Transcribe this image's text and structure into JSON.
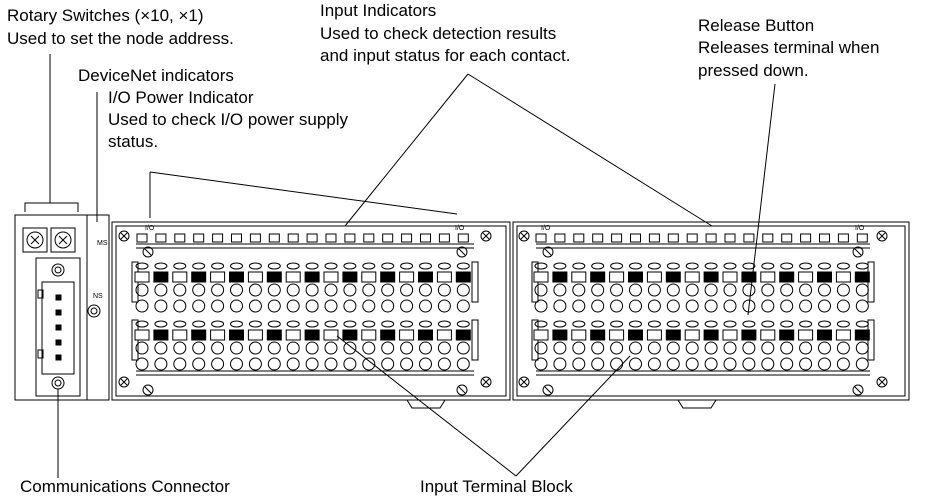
{
  "labels": {
    "rotary_switches": {
      "title": "Rotary Switches (×10, ×1)",
      "desc": "Used to set the node address."
    },
    "input_indicators": {
      "title": "Input Indicators",
      "desc1": "Used to check detection results",
      "desc2": "and input status for each contact."
    },
    "release_button": {
      "title": "Release Button",
      "desc1": "Releases terminal when",
      "desc2": "pressed down."
    },
    "devicenet_indicators": "DeviceNet indicators",
    "io_power_indicator": {
      "title": "I/O Power Indicator",
      "desc1": "Used to check I/O power supply",
      "desc2": "status."
    },
    "communications_connector": "Communications Connector",
    "input_terminal_block": "Input Terminal Block"
  },
  "device": {
    "ms_label": "MS",
    "ns_label": "NS",
    "io_label": "I/O"
  }
}
